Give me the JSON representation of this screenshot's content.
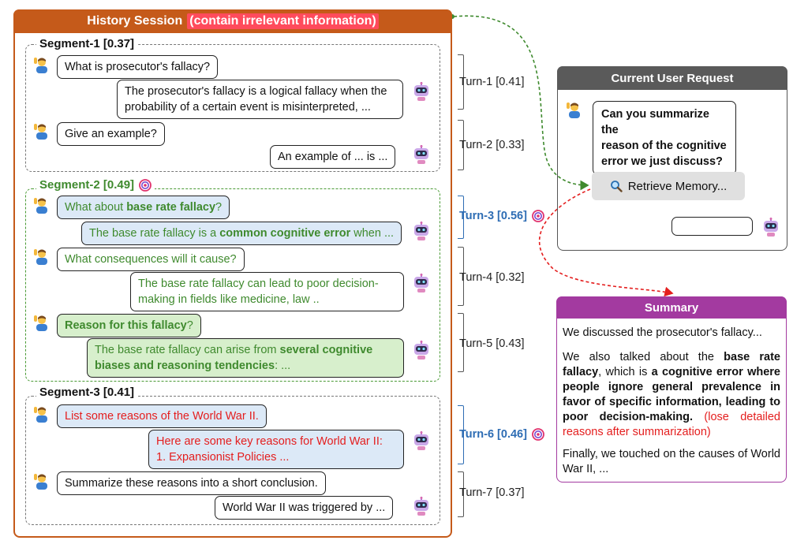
{
  "history": {
    "title": "History Session",
    "title_note": "(contain irrelevant information)"
  },
  "segments": [
    {
      "label": "Segment-1 [0.37]"
    },
    {
      "label": "Segment-2  [0.49]"
    },
    {
      "label": "Segment-3 [0.41]"
    }
  ],
  "messages": {
    "t1_user": "What is prosecutor's fallacy?",
    "t1_bot_line1": "The prosecutor's fallacy is a logical fallacy when the",
    "t1_bot_line2": "probability of a certain event is misinterpreted, ...",
    "t2_user": "Give an example?",
    "t2_bot": "An example of ... is ...",
    "t3_user_pre": "What about ",
    "t3_user_bold": "base rate fallacy",
    "t3_user_post": "?",
    "t3_bot_pre": "The base rate fallacy is a ",
    "t3_bot_bold": "common cognitive error",
    "t3_bot_post": " when ...",
    "t4_user": "What consequences will it cause?",
    "t4_bot_line1": "The base rate fallacy can lead to poor decision-",
    "t4_bot_line2": "making in fields like medicine, law ..",
    "t5_user_bold": "Reason for this fallacy",
    "t5_user_post": "?",
    "t5_bot_pre": "The base rate fallacy can arise from ",
    "t5_bot_bold1": "several cognitive",
    "t5_bot_bold2": "biases and reasoning tendencies",
    "t5_bot_post": ": ...",
    "t6_user": "List some reasons of the World War II.",
    "t6_bot_line1": "Here are some key reasons for World War II:",
    "t6_bot_line2": "1. Expansionist Policies ...",
    "t7_user": "Summarize these reasons into a short conclusion.",
    "t7_bot": "World War II was triggered by ..."
  },
  "turns": [
    {
      "label": "Turn-1 [0.41]"
    },
    {
      "label": "Turn-2 [0.33]"
    },
    {
      "label": "Turn-3 [0.56]"
    },
    {
      "label": "Turn-4 [0.32]"
    },
    {
      "label": "Turn-5 [0.43]"
    },
    {
      "label": "Turn-6 [0.46]"
    },
    {
      "label": "Turn-7 [0.37]"
    }
  ],
  "request": {
    "title": "Current User Request",
    "line1": "Can you summarize the",
    "line2": "reason of the cognitive",
    "line3": "error we just discuss?",
    "retrieve_label": "Retrieve Memory..."
  },
  "summary": {
    "title": "Summary",
    "p1": "We discussed the prosecutor's fallacy...",
    "p2_pre": "We also talked about the ",
    "p2_bold1": "base rate fallacy",
    "p2_mid": ", which is ",
    "p2_bold2": "a cognitive error where people ignore general prevalence in favor of specific information, leading to poor decision-making.",
    "p2_red": " (lose detailed reasons after summarization)",
    "p3": "Finally, we touched on the causes of World War II, ..."
  },
  "colors": {
    "history": "#c55a1a",
    "summary": "#a33aa0",
    "request": "#5a5a5a",
    "green": "#3f8a2e",
    "blue_turn": "#2e6db4",
    "red": "#e41e1e"
  },
  "icons": {
    "user": "person-raising-hand-icon",
    "bot": "robot-icon",
    "target": "target-icon",
    "search": "magnifier-icon"
  }
}
